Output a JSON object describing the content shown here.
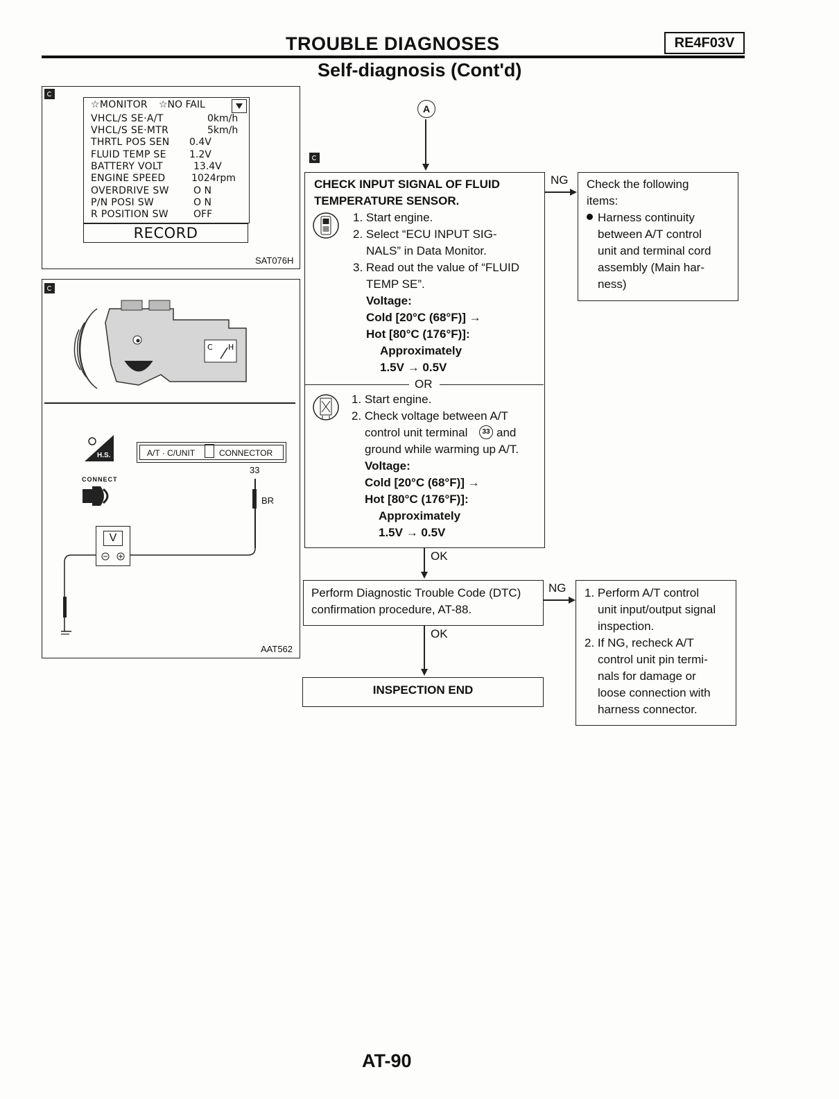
{
  "header": {
    "title": "TROUBLE DIAGNOSES",
    "model_code": "RE4F03V",
    "subtitle": "Self-diagnosis (Cont'd)"
  },
  "monitor_figure": {
    "header_monitor": "☆MONITOR",
    "header_status": "☆NO FAIL",
    "rows": [
      {
        "item": "VHCL/S SE·A/T",
        "value": "0km/h"
      },
      {
        "item": "VHCL/S SE·MTR",
        "value": "5km/h"
      },
      {
        "item": "THRTL POS SEN",
        "value": "0.4V"
      },
      {
        "item": "FLUID TEMP SE",
        "value": "1.2V"
      },
      {
        "item": "BATTERY VOLT",
        "value": "13.4V"
      },
      {
        "item": "ENGINE SPEED",
        "value": "1024rpm"
      },
      {
        "item": "OVERDRIVE SW",
        "value": "O N"
      },
      {
        "item": "P/N POSI SW",
        "value": "O N"
      },
      {
        "item": "R POSITION SW",
        "value": "OFF"
      }
    ],
    "record_label": "RECORD",
    "fig_id": "SAT076H"
  },
  "connector_figure": {
    "gauge_c": "C",
    "gauge_h": "H",
    "hs_label": "H.S.",
    "connector_left": "A/T · C/UNIT",
    "connector_right": "CONNECTOR",
    "terminal_num": "33",
    "connect_label": "CONNECT",
    "wire_color": "BR",
    "meter_label": "V",
    "fig_id": "AAT562"
  },
  "flow": {
    "connector_ref": "A",
    "check_box": {
      "title_1": "CHECK INPUT SIGNAL OF FLUID",
      "title_2": "TEMPERATURE SENSOR.",
      "m1_step1": "1. Start engine.",
      "m1_step2a": "2. Select “ECU INPUT SIG-",
      "m1_step2b": "NALS” in Data Monitor.",
      "m1_step3a": "3. Read out the value of “FLUID",
      "m1_step3b": "TEMP SE”.",
      "m1_voltage": "Voltage:",
      "m1_cold": "Cold [20°C (68°F)] →",
      "m1_hot": "Hot [80°C (176°F)]:",
      "m1_approx": "Approximately",
      "m1_range": "1.5V → 0.5V",
      "or_label": "OR",
      "m2_step1": "1. Start engine.",
      "m2_step2a": "2. Check voltage between A/T",
      "m2_step2b": "control unit terminal",
      "m2_terminal": "33",
      "m2_step2c": "and",
      "m2_step2d": "ground while warming up A/T.",
      "m2_voltage": "Voltage:",
      "m2_cold": "Cold [20°C (68°F)] →",
      "m2_hot": "Hot [80°C (176°F)]:",
      "m2_approx": "Approximately",
      "m2_range": "1.5V → 0.5V"
    },
    "ng_label_1": "NG",
    "ng_box_1": {
      "line1": "Check the following",
      "line2": "items:",
      "bullet1": "Harness continuity",
      "line4": "between A/T control",
      "line5": "unit and terminal cord",
      "line6": "assembly (Main har-",
      "line7": "ness)"
    },
    "ok_label_1": "OK",
    "dtc_box": {
      "line1": "Perform Diagnostic Trouble Code (DTC)",
      "line2": "confirmation procedure, AT-88."
    },
    "ng_label_2": "NG",
    "ng_box_2": {
      "l1": "1. Perform A/T control",
      "l2": "unit input/output signal",
      "l3": "inspection.",
      "l4": "2. If NG, recheck A/T",
      "l5": "control unit pin termi-",
      "l6": "nals for damage or",
      "l7": "loose connection with",
      "l8": "harness connector."
    },
    "ok_label_2": "OK",
    "end_box": "INSPECTION END"
  },
  "footer": {
    "page_number": "AT-90"
  }
}
